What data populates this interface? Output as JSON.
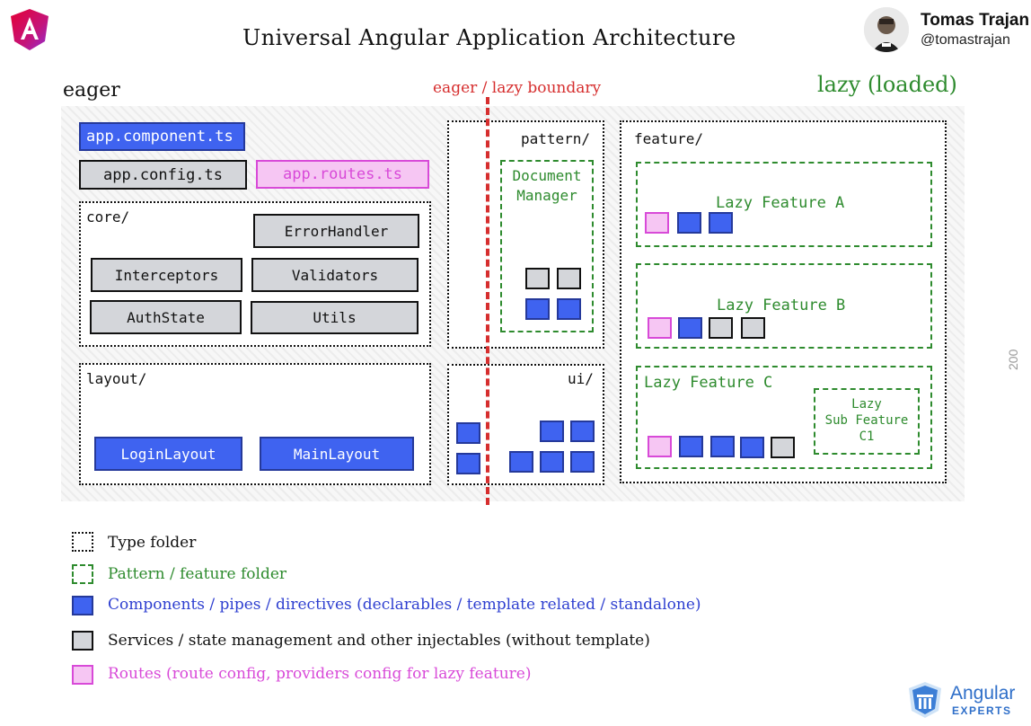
{
  "header": {
    "title": "Universal Angular Application Architecture",
    "author_name": "Tomas Trajan",
    "author_handle": "@tomastrajan"
  },
  "sections": {
    "eager": "eager",
    "boundary": "eager / lazy boundary",
    "lazy": "lazy (loaded)"
  },
  "app_files": {
    "component": "app.component.ts",
    "config": "app.config.ts",
    "routes": "app.routes.ts"
  },
  "core": {
    "label": "core/",
    "items": [
      "ErrorHandler",
      "Interceptors",
      "Validators",
      "AuthState",
      "Utils"
    ]
  },
  "layout": {
    "label": "layout/",
    "items": [
      "LoginLayout",
      "MainLayout"
    ]
  },
  "pattern": {
    "label": "pattern/",
    "document_manager": [
      "Document",
      "Manager"
    ]
  },
  "ui": {
    "label": "ui/"
  },
  "feature": {
    "label": "feature/",
    "lazy_a": "Lazy Feature A",
    "lazy_b": "Lazy Feature B",
    "lazy_c": "Lazy Feature C",
    "sub_feature": [
      "Lazy",
      "Sub Feature",
      "C1"
    ]
  },
  "legend": [
    {
      "kind": "type-folder",
      "text": "Type folder"
    },
    {
      "kind": "pattern-folder",
      "text": "Pattern / feature folder"
    },
    {
      "kind": "declarables",
      "text": "Components / pipes / directives (declarables / template related / standalone)"
    },
    {
      "kind": "services",
      "text": "Services / state management and other injectables (without template)"
    },
    {
      "kind": "routes",
      "text": "Routes (route config, providers config for lazy feature)"
    }
  ],
  "side_number": "200",
  "brand": {
    "line1": "Angular",
    "line2": "EXPERTS"
  },
  "colors": {
    "declarable_blue": "#3f63f0",
    "service_gray": "#d4d6da",
    "route_pink": "#f6c6f3",
    "pattern_green": "#2e8b2e",
    "boundary_red": "#d62e2e",
    "legend_blue_text": "#2e3fd0",
    "legend_pink_text": "#d84ad8"
  },
  "icons": [
    "angular-logo-icon",
    "avatar",
    "angular-experts-logo-icon"
  ]
}
